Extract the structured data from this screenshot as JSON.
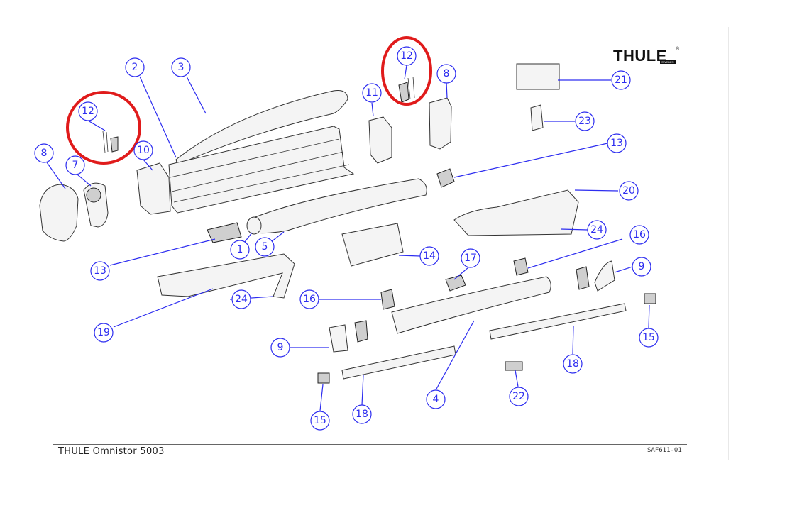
{
  "brand": {
    "name": "THULE",
    "registered": "®",
    "sub": "SWEDEN"
  },
  "footer": {
    "title": "THULE Omnistor 5003",
    "code": "SAF611-01"
  },
  "callouts": [
    {
      "label": "1"
    },
    {
      "label": "2"
    },
    {
      "label": "3"
    },
    {
      "label": "4"
    },
    {
      "label": "5"
    },
    {
      "label": "7"
    },
    {
      "label": "8"
    },
    {
      "label": "8"
    },
    {
      "label": "9"
    },
    {
      "label": "9"
    },
    {
      "label": "10"
    },
    {
      "label": "11"
    },
    {
      "label": "12"
    },
    {
      "label": "12"
    },
    {
      "label": "13"
    },
    {
      "label": "13"
    },
    {
      "label": "14"
    },
    {
      "label": "15"
    },
    {
      "label": "15"
    },
    {
      "label": "16"
    },
    {
      "label": "16"
    },
    {
      "label": "17"
    },
    {
      "label": "18"
    },
    {
      "label": "18"
    },
    {
      "label": "19"
    },
    {
      "label": "20"
    },
    {
      "label": "21"
    },
    {
      "label": "22"
    },
    {
      "label": "23"
    },
    {
      "label": "24"
    },
    {
      "label": "24"
    }
  ],
  "highlight_color": "#e01b1b",
  "callout_color": "#2d2df0"
}
